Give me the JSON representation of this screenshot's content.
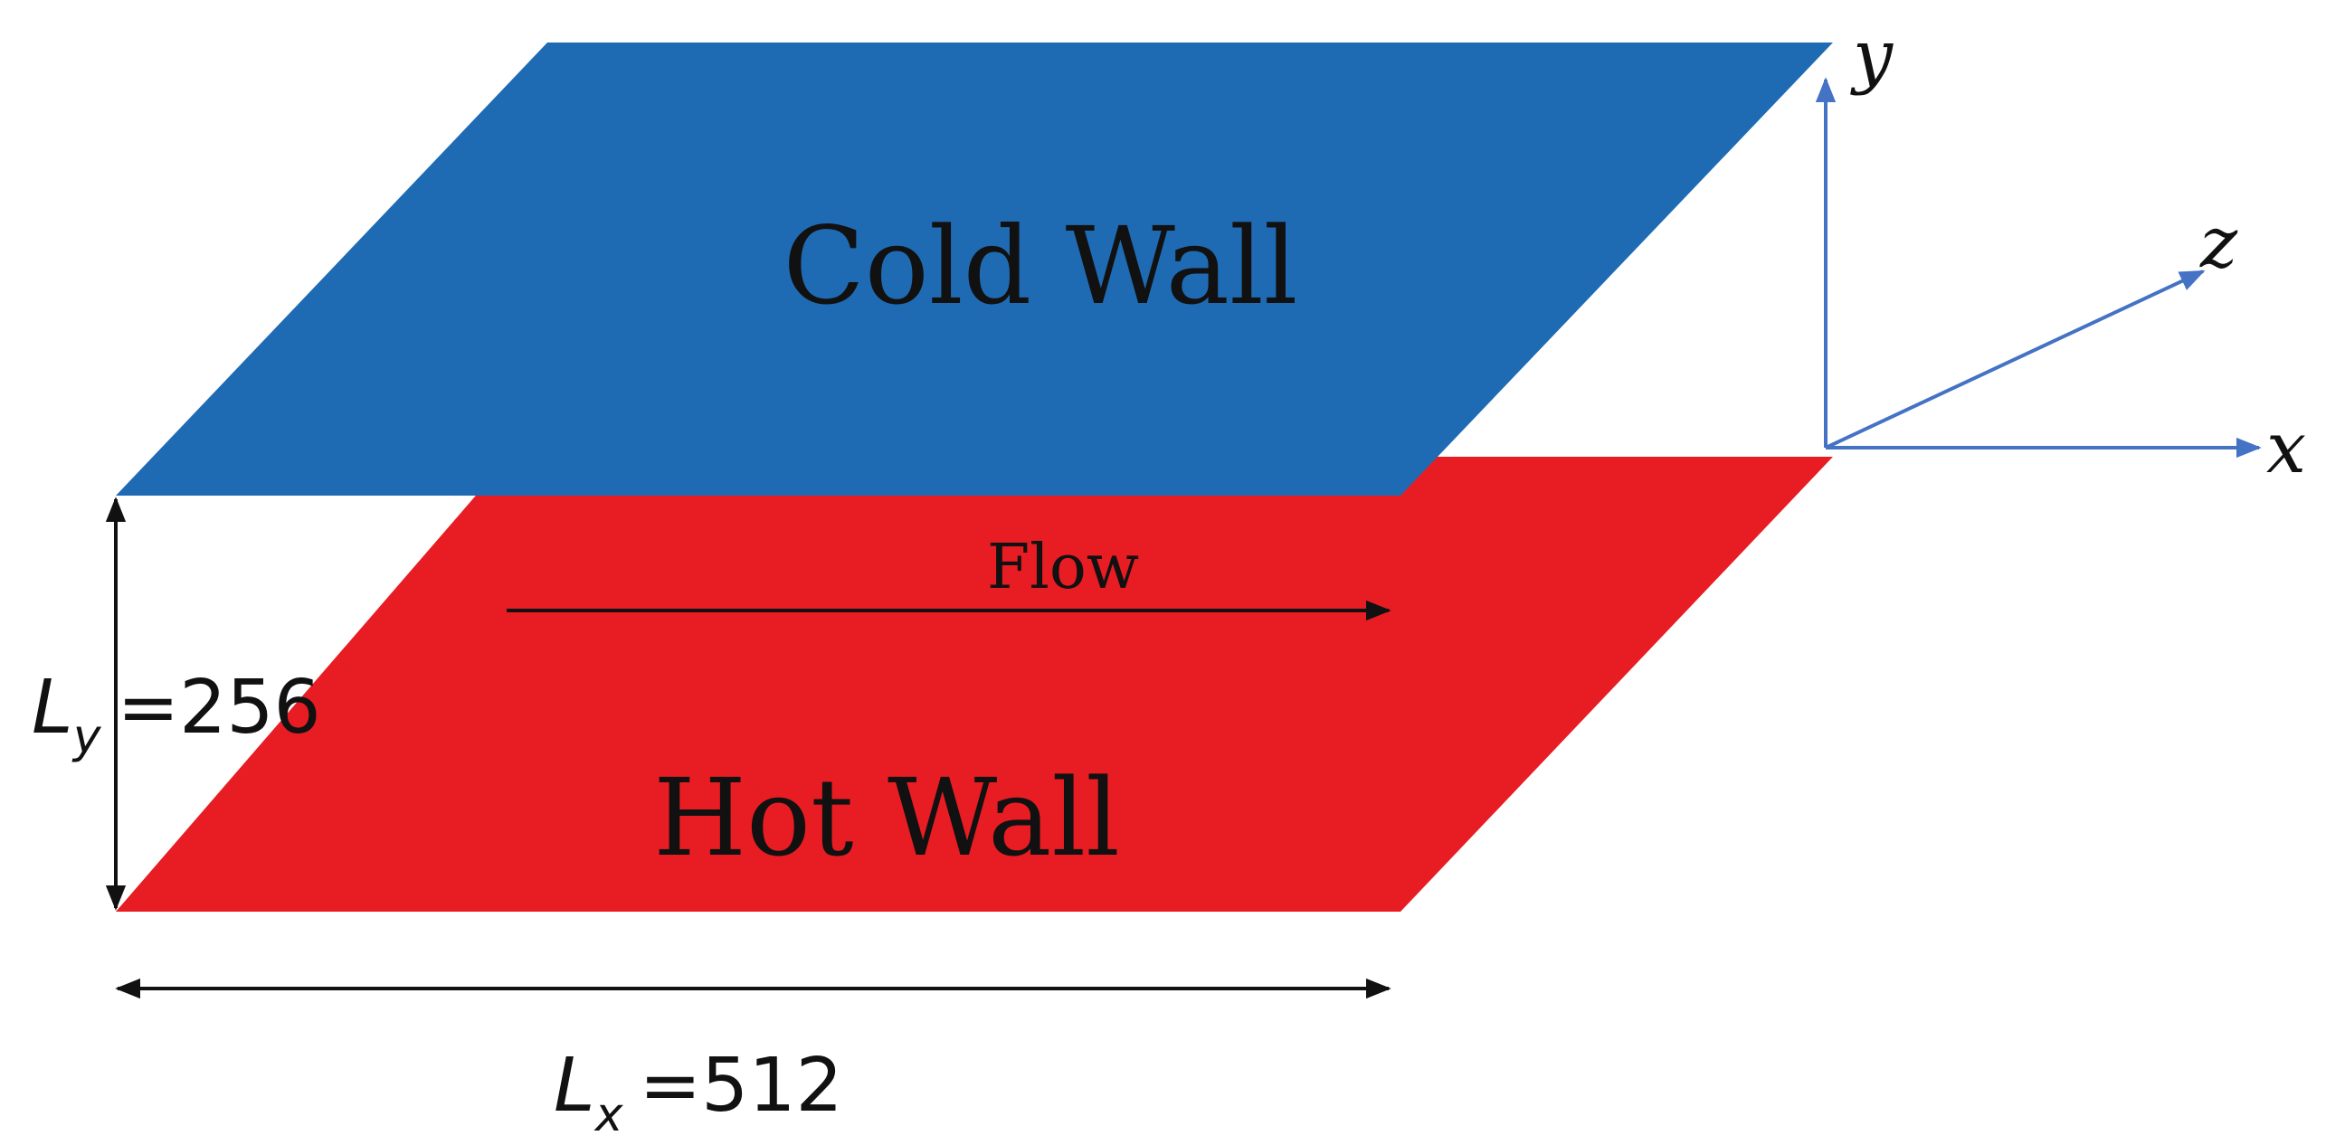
{
  "walls": {
    "cold": {
      "label": "Cold Wall",
      "color": "#1f6bb3"
    },
    "hot": {
      "label": "Hot Wall",
      "color": "#e81c23"
    }
  },
  "flow": {
    "label": "Flow"
  },
  "dimensions": {
    "height": {
      "symbol": "L",
      "subscript": "y",
      "value": "=256"
    },
    "length": {
      "symbol": "L",
      "subscript": "x",
      "value": "=512"
    }
  },
  "axes": {
    "color": "#4472c4",
    "x": "x",
    "y": "y",
    "z": "z"
  }
}
